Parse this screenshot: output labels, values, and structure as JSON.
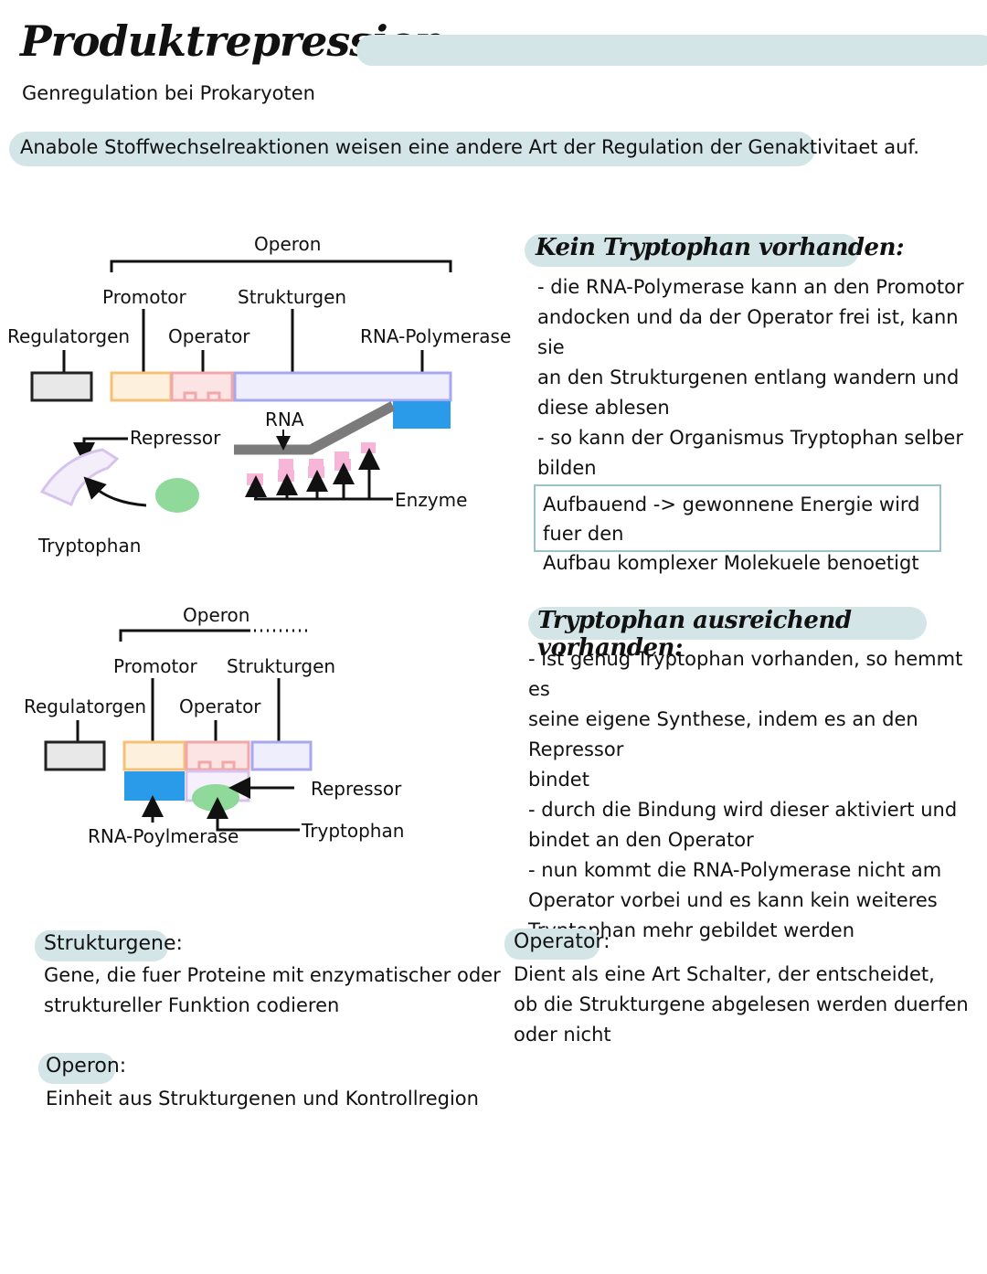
{
  "header": {
    "title": "Produktrepression",
    "subtitle": "Genregulation bei Prokaryoten",
    "intro": "Anabole Stoffwechselreaktionen weisen eine andere Art der Regulation der Genaktivitaet auf."
  },
  "diagram1": {
    "operon": "Operon",
    "promotor": "Promotor",
    "strukturgen": "Strukturgen",
    "regulatorgen": "Regulatorgen",
    "operator": "Operator",
    "rna_polymerase": "RNA-Polymerase",
    "rna": "RNA",
    "repressor": "Repressor",
    "tryptophan": "Tryptophan",
    "enzyme": "Enzyme"
  },
  "diagram2": {
    "operon": "Operon",
    "promotor": "Promotor",
    "strukturgen": "Strukturgen",
    "regulatorgen": "Regulatorgen",
    "operator": "Operator",
    "repressor": "Repressor",
    "rna_polymerase": "RNA-Poylmerase",
    "tryptophan": "Tryptophan"
  },
  "case1": {
    "title": "Kein Tryptophan vorhanden:",
    "text": "- die RNA-Polymerase kann an den Promotor\nandocken und da der Operator frei ist, kann sie\nan den Strukturgenen entlang wandern und\ndiese ablesen\n- so kann der Organismus Tryptophan selber\nbilden"
  },
  "box": {
    "text": "Aufbauend -> gewonnene Energie wird fuer den\nAufbau komplexer Molekuele benoetigt"
  },
  "case2": {
    "title": "Tryptophan ausreichend vorhanden:",
    "text": "- ist genug Tryptophan vorhanden, so hemmt es\nseine eigene Synthese, indem es an den Repressor\nbindet\n- durch die Bindung wird dieser aktiviert und\nbindet an den Operator\n- nun kommt die RNA-Polymerase nicht am\nOperator vorbei und es kann kein weiteres\nTryptophan mehr gebildet werden"
  },
  "definitions": {
    "strukturgene": {
      "term": "Strukturgene:",
      "text": "Gene, die fuer Proteine mit enzymatischer oder\nstruktureller Funktion codieren"
    },
    "operator": {
      "term": "Operator:",
      "text": "Dient als eine Art Schalter, der entscheidet,\nob die Strukturgene abgelesen werden duerfen\noder nicht"
    },
    "operon": {
      "term": "Operon:",
      "text": "Einheit aus Strukturgenen und Kontrollregion"
    }
  },
  "colors": {
    "highlight": "#d4e5e8",
    "promotor": "#f5c178",
    "operator": "#f0a8a8",
    "strukturgen": "#a8a8f0",
    "polymerase": "#2a9be8",
    "tryptophan": "#8fd99a",
    "enzyme": "#f7b6d8",
    "repressor": "#d6c4ec"
  }
}
